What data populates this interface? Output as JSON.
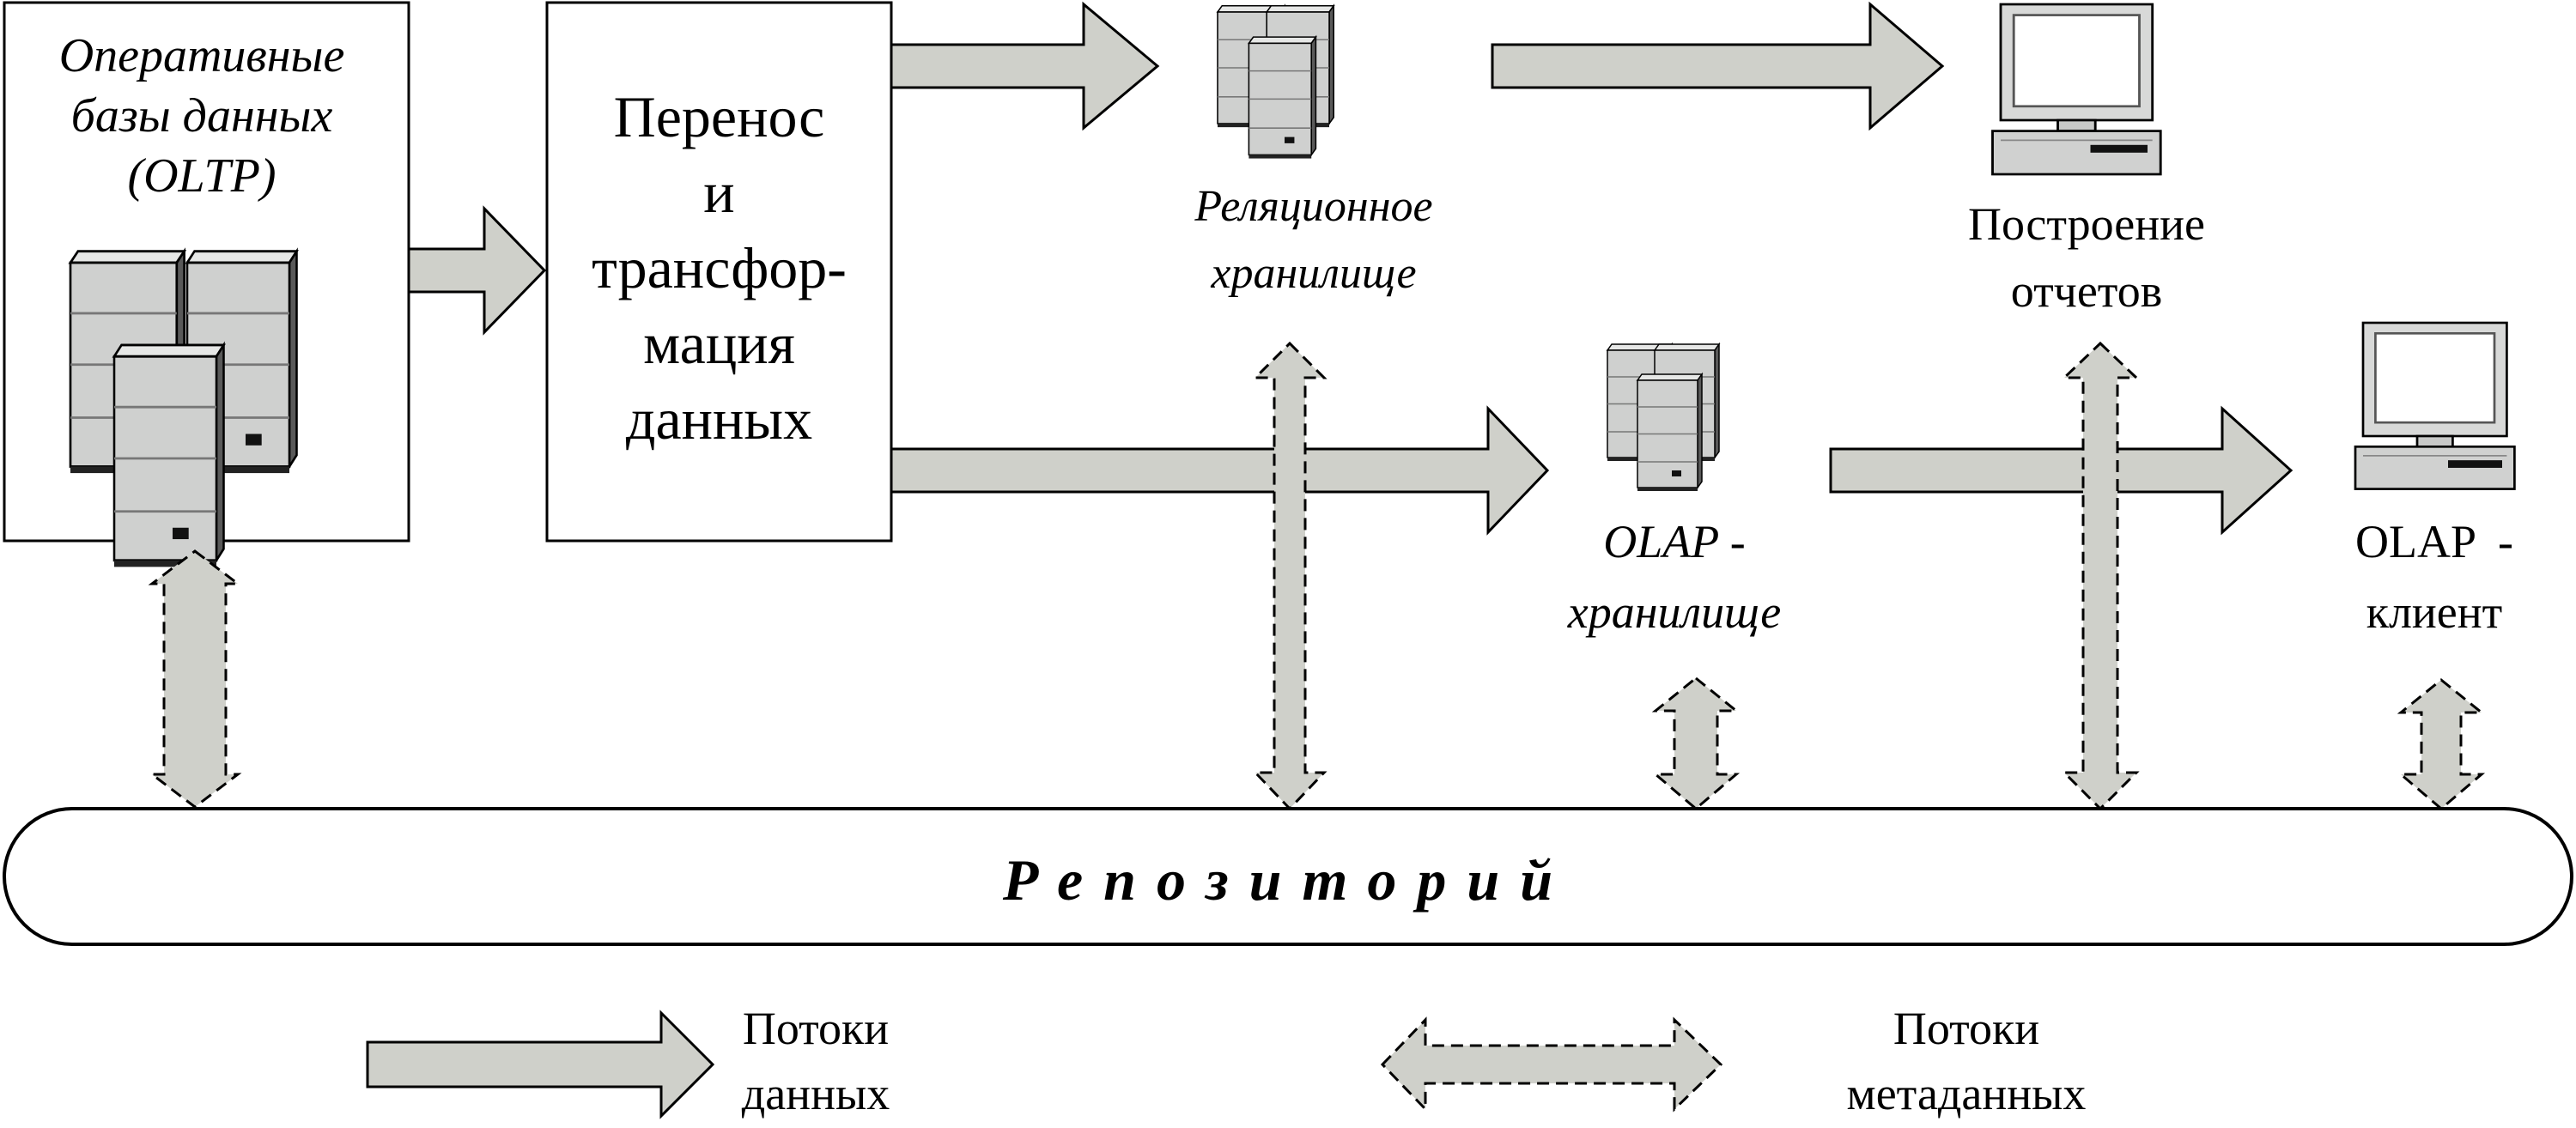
{
  "oltp": {
    "line1": "Оперативные",
    "line2": "базы данных",
    "line3": "(OLTP)"
  },
  "transform": {
    "line1": "Перенос",
    "line2": "и",
    "line3": "трансфор-",
    "line4": "мация",
    "line5": "данных"
  },
  "relational": {
    "line1": "Реляционное",
    "line2": "хранилище"
  },
  "reports": {
    "line1": "Построение",
    "line2": "отчетов"
  },
  "olap_store": {
    "line1": "OLAP -",
    "line2": "хранилище"
  },
  "olap_client": {
    "line1": "OLAP  -",
    "line2": "клиент"
  },
  "repository": {
    "label": "Репозиторий"
  },
  "legend": {
    "data_line1": "Потоки",
    "data_line2": "данных",
    "meta_line1": "Потоки",
    "meta_line2": "метаданных"
  },
  "colors": {
    "arrow_fill": "#cfd0ca",
    "server_light": "#d2d3d2",
    "server_dark": "#5c5c5c",
    "monitor_screen": "#ffffff",
    "stroke": "#000000"
  }
}
